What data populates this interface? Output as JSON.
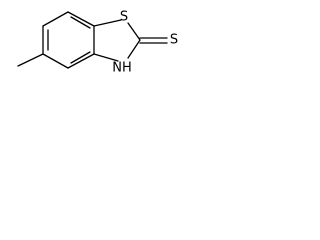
{
  "structure": {
    "atoms": {
      "ring_sulfur": "S",
      "thione_sulfur": "S",
      "ring_nitrogen_hydrogen": "NH"
    },
    "colors": {
      "bond": "#000000",
      "label": "#000000",
      "background": "#ffffff"
    }
  }
}
